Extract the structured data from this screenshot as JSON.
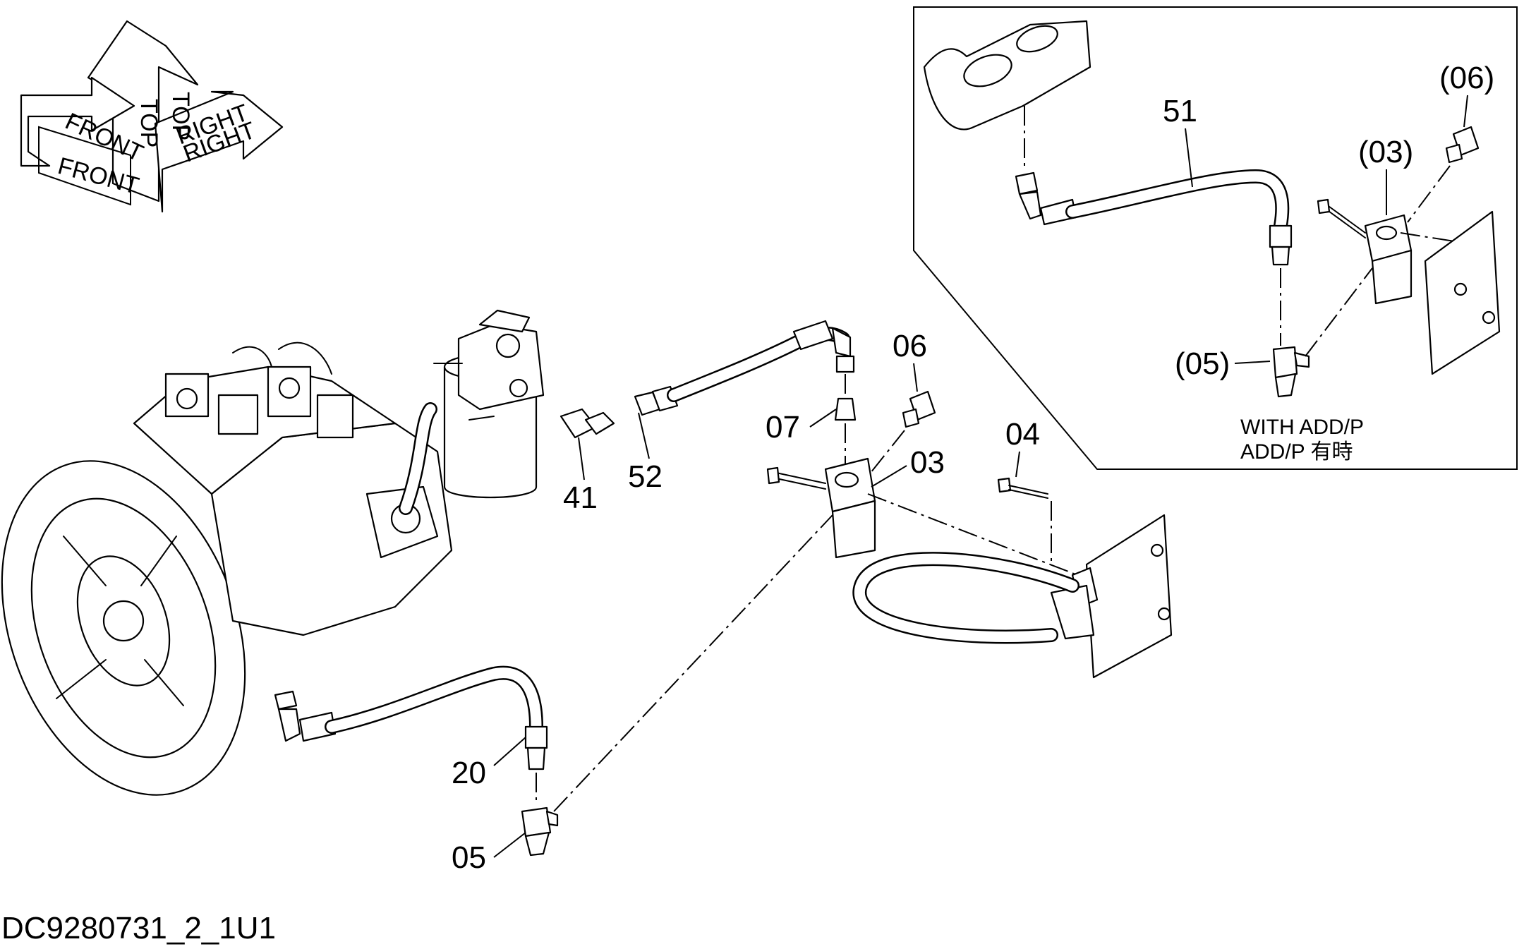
{
  "drawing_id": "DC9280731_2_1U1",
  "orientation": {
    "front": "FRONT",
    "top": "TOP",
    "right": "RIGHT"
  },
  "callouts": [
    {
      "id": "41",
      "text": "41"
    },
    {
      "id": "52",
      "text": "52"
    },
    {
      "id": "06",
      "text": "06"
    },
    {
      "id": "07",
      "text": "07"
    },
    {
      "id": "03",
      "text": "03"
    },
    {
      "id": "04",
      "text": "04"
    },
    {
      "id": "20",
      "text": "20"
    },
    {
      "id": "05",
      "text": "05"
    }
  ],
  "inset": {
    "callouts": [
      {
        "id": "51",
        "text": "51"
      },
      {
        "id": "06p",
        "text": "(06)"
      },
      {
        "id": "03p",
        "text": "(03)"
      },
      {
        "id": "05p",
        "text": "(05)"
      }
    ],
    "note_line1": "WITH ADD/P",
    "note_line2": "ADD/P 有時"
  }
}
